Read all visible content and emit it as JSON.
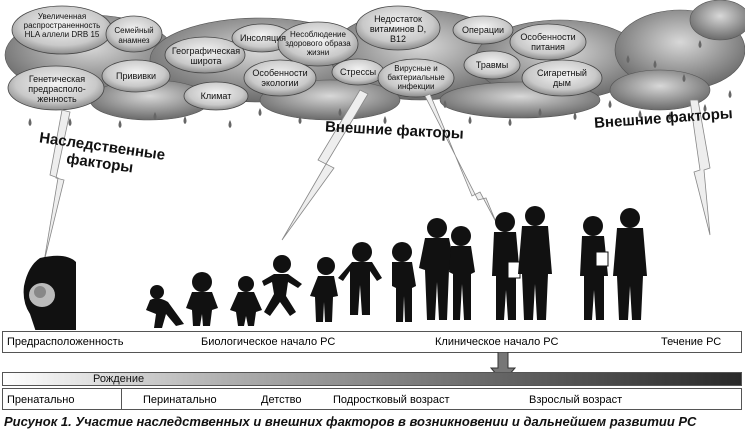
{
  "clouds": [
    {
      "id": "hla",
      "text": "Увеличенная распространенность HLA аллели DRB 15"
    },
    {
      "id": "family",
      "text": "Семейный анамнез"
    },
    {
      "id": "geo",
      "text": "Географическая широта"
    },
    {
      "id": "insol",
      "text": "Инсоляция"
    },
    {
      "id": "hyg",
      "text": "Несоблюдение здорового образа жизни"
    },
    {
      "id": "vit",
      "text": "Недостаток витаминов D, B12"
    },
    {
      "id": "ops",
      "text": "Операции"
    },
    {
      "id": "nutr",
      "text": "Особенности питания"
    },
    {
      "id": "genetic",
      "text": "Генетическая предрасполо-женность"
    },
    {
      "id": "vacc",
      "text": "Прививки"
    },
    {
      "id": "climate",
      "text": "Климат"
    },
    {
      "id": "ecol",
      "text": "Особенности экологии"
    },
    {
      "id": "stress",
      "text": "Стрессы"
    },
    {
      "id": "infect",
      "text": "Вирусные и бактериальные инфекции"
    },
    {
      "id": "trauma",
      "text": "Травмы"
    },
    {
      "id": "smoke",
      "text": "Сигаретный дым"
    }
  ],
  "labels": {
    "hereditary": "Наследственные факторы",
    "external1": "Внешние факторы",
    "external2": "Внешние факторы"
  },
  "stages": {
    "predisposition": "Предрасположенность",
    "bio_onset": "Биологическое начало РС",
    "clinical_onset": "Клиническое начало РС",
    "course": "Течение РС"
  },
  "birth": "Рождение",
  "ages": {
    "prenatal": "Пренатально",
    "perinatal": "Перинатально",
    "childhood": "Детство",
    "adolescent": "Подростковый возраст",
    "adult": "Взрослый возраст"
  },
  "caption": "Рисунок 1. Участие наследственных и внешних факторов в возникновении и дальнейшем развитии РС"
}
